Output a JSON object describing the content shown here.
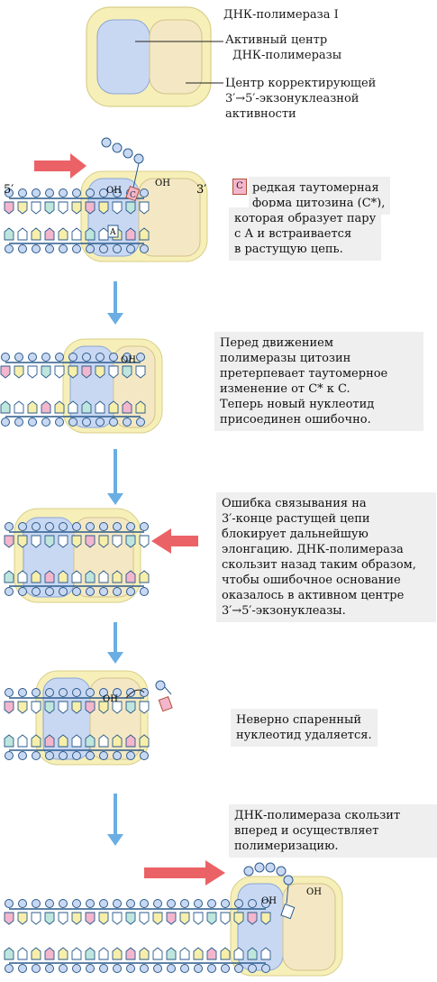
{
  "legend": {
    "title": "ДНК-полимераза I",
    "active_site": [
      "Активный центр",
      "ДНК-полимеразы"
    ],
    "proofreading_site": [
      "Центр корректирующей",
      "3′→5′-экзонуклеазной",
      "активности"
    ]
  },
  "labels": {
    "five_prime": "5′",
    "three_prime": "3′",
    "oh": "OH",
    "c_star": "C",
    "a_base": "A"
  },
  "steps": [
    {
      "text": [
        "редкая таутомерная",
        "форма цитозина (C*),",
        "которая образует пару",
        "с А и встраивается",
        "в растущую цепь."
      ]
    },
    {
      "text": [
        "Перед движением",
        "полимеразы цитозин",
        "претерпевает таутомерное",
        "изменение от C* к C.",
        "Теперь новый нуклеотид",
        "присоединен ошибочно."
      ]
    },
    {
      "text": [
        "Ошибка связывания на",
        "3′-конце растущей цепи",
        "блокирует дальнейшую",
        "элонгацию. ДНК-полимераза",
        "скользит назад таким образом,",
        "чтобы ошибочное основание",
        "оказалось в активном центре",
        "3′→5′-экзонуклеазы."
      ]
    },
    {
      "text": [
        "Неверно спаренный",
        "нуклеотид удаляется."
      ]
    },
    {
      "text": [
        "ДНК-полимераза скользит",
        "вперед и осуществляет",
        "полимеризацию."
      ]
    }
  ],
  "colors": {
    "enzyme_outer": "#f6efb8",
    "active_site": "#c9d8f2",
    "exo_site": "#f4e8c4",
    "backbone": "#2a5a8c",
    "red_arrow": "#e8464b",
    "blue_arrow": "#6aaee4",
    "base_pink": "#f3b6cc",
    "base_teal": "#bfe6dc",
    "base_yellow": "#f7efa9",
    "base_white": "#ffffff"
  }
}
